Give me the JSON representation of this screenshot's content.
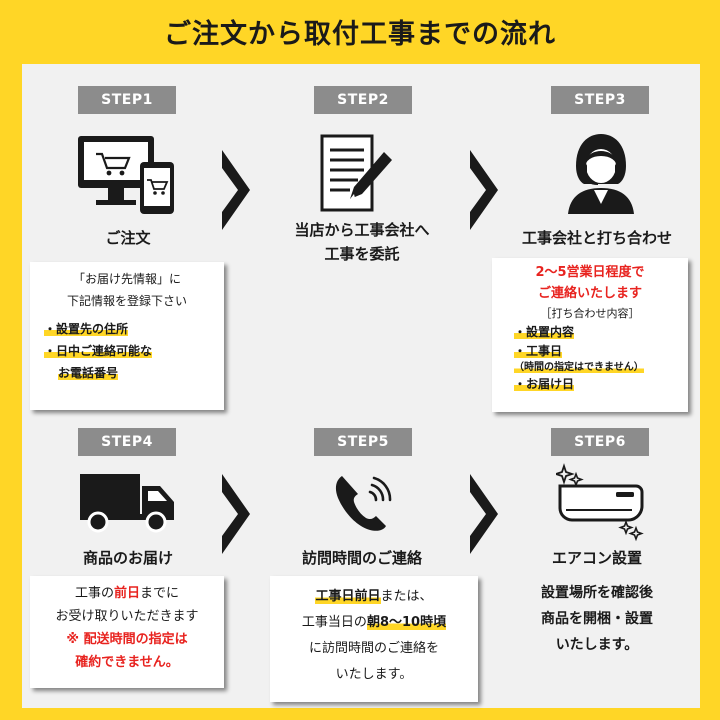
{
  "title": "ご注文から取付工事までの流れ",
  "steps": [
    {
      "badge": "STEP1",
      "icon": "computer-cart-icon",
      "label": "ご注文",
      "card": {
        "l1": "「お届け先情報」に",
        "l2": "下記情報を登録下さい",
        "b1": "・設置先の住所",
        "b2": "・日中ご連絡可能な",
        "b3": "お電話番号"
      }
    },
    {
      "badge": "STEP2",
      "icon": "document-pen-icon",
      "label_l1": "当店から工事会社へ",
      "label_l2": "工事を委託"
    },
    {
      "badge": "STEP3",
      "icon": "operator-headset-icon",
      "label": "工事会社と打ち合わせ",
      "card": {
        "red1": "2～5営業日程度で",
        "red2": "ご連絡いたします",
        "sub": "［打ち合わせ内容］",
        "b1": "・設置内容",
        "b2": "・工事日",
        "note": "（時間の指定はできません）",
        "b3": "・お届け日"
      }
    },
    {
      "badge": "STEP4",
      "icon": "truck-icon",
      "label": "商品のお届け",
      "card": {
        "l1a": "工事の",
        "l1b": "前日",
        "l1c": "までに",
        "l2": "お受け取りいただきます",
        "red1": "※ 配送時間の指定は",
        "red2": "確約できません。"
      }
    },
    {
      "badge": "STEP5",
      "icon": "phone-icon",
      "label": "訪問時間のご連絡",
      "card": {
        "l1a": "工事日前日",
        "l1b": "または、",
        "l2a": "工事当日の",
        "l2b": "朝8～10時頃",
        "l3": "に訪問時間のご連絡を",
        "l4": "いたします。"
      }
    },
    {
      "badge": "STEP6",
      "icon": "air-conditioner-icon",
      "label": "エアコン設置",
      "text": {
        "l1": "設置場所を確認後",
        "l2": "商品を開梱・設置",
        "l3": "いたします。"
      }
    }
  ]
}
